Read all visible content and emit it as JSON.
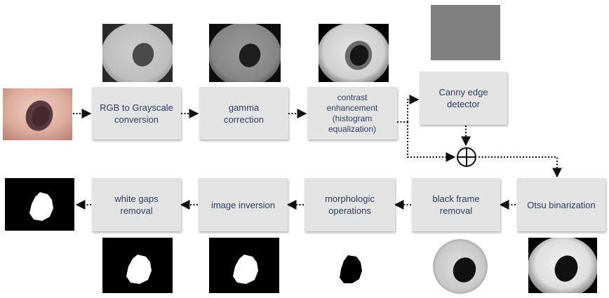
{
  "steps": {
    "rgb_to_gray": "RGB to Grayscale\nconversion",
    "gamma": "gamma\ncorrection",
    "contrast": "contrast\nenhancement\n(histogram\nequalization)",
    "canny": "Canny edge\ndetector",
    "otsu": "Otsu binarization",
    "black_frame": "black frame\nremoval",
    "morphologic": "morphologic\noperations",
    "inversion": "image inversion",
    "white_gaps": "white gaps\nremoval"
  },
  "combine_symbol": "⊕",
  "colors": {
    "box_fill": "#e3e3e3",
    "box_text": "#2c3e5c",
    "arrow": "#111111",
    "canny_output": "#808080",
    "skin": "#d9a797",
    "lesion": "#5a3a3f"
  }
}
